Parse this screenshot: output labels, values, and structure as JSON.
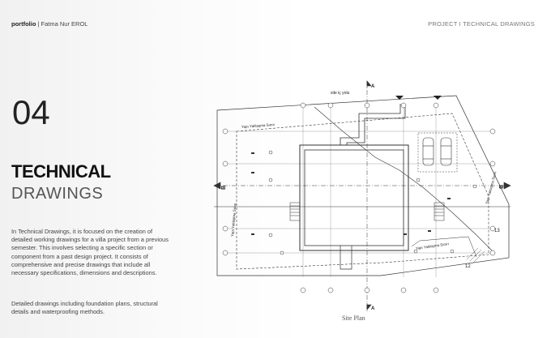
{
  "header": {
    "brand": "portfolio",
    "separator": " | ",
    "author": "Fatma Nur EROL",
    "section_path": "PROJECT  I  TECHNICAL DRAWINGS"
  },
  "section": {
    "number": "04",
    "title_main": "TECHNICAL",
    "title_sub": "DRAWINGS"
  },
  "description": {
    "paragraph1": "In Technical Drawings, it is focused on the creation of detailed working drawings for a villa project from a previous semester. This involves selecting a specific section or component from a past design project. It consists of comprehensive and precise drawings that include all necessary specifications, dimensions and descriptions.",
    "paragraph2": "Detailed drawings including foundation plans, structural details and waterproofing methods."
  },
  "drawing": {
    "caption": "Site Plan",
    "labels": {
      "road": "site iç yolu",
      "setback_top": "Yapı Yaklaşma Sınırı",
      "setback_left": "Yapı Yaklaşma Sınırı",
      "setback_right": "Yapı Yaklaşma Sınırı",
      "setback_bottom": "Yapı Yaklaşma Sınırı",
      "section_a_top": "A",
      "section_a_bottom": "A",
      "section_b_left": "B",
      "section_b_right": "B",
      "num_13": "13",
      "num_12": "12"
    }
  }
}
